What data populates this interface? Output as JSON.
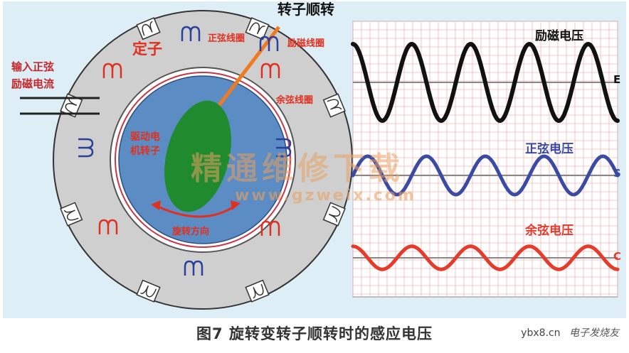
{
  "diagram": {
    "title_rotor_forward": "转子顺转",
    "stator_label": "定子",
    "input_label_line1": "输入正弦",
    "input_label_line2": "励磁电流",
    "sine_coil_label": "正弦线圈",
    "excitation_coil_label": "励磁线圈",
    "cosine_coil_label": "余弦线圈",
    "rotor_label_line1": "驱动电",
    "rotor_label_line2": "机转子",
    "rotation_label": "旋转方向"
  },
  "waveforms": {
    "excitation": {
      "title": "励磁电压",
      "axis_letter": "E",
      "color": "#111111",
      "amplitude": 1.0,
      "cycles": 4.5
    },
    "sine": {
      "title": "正弦电压",
      "axis_letter": "S",
      "color": "#3b4aa5",
      "amplitude": 0.5,
      "cycles": 4.5
    },
    "cosine": {
      "title": "余弦电压",
      "axis_letter": "C",
      "color": "#e63a2a",
      "amplitude": 0.3,
      "cycles": 4.5
    }
  },
  "watermark": {
    "line1": "精通维修下载",
    "line2": "www.gzweix.com"
  },
  "caption": "图7 旋转变转子顺转时的感应电压",
  "credit": {
    "site": "ybx8.cn",
    "logo": "电子发烧友"
  },
  "colors": {
    "stator": "#cfcfcf",
    "rotor_disc": "#5b8cc4",
    "rotor": "#1f8a2e",
    "accent_red": "#e03020",
    "coil_blue": "#2b3f9a",
    "arrow_orange": "#f07a20"
  }
}
